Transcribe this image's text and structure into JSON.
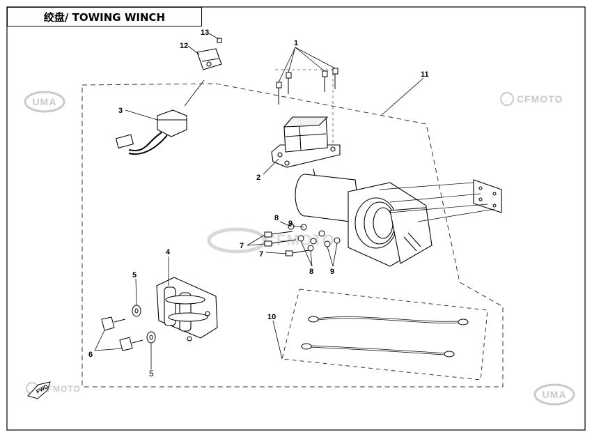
{
  "title": "绞盘/ TOWING WINCH",
  "watermarks": {
    "cfmoto_top": "CFMOTO",
    "cfmoto_center": "CFMOTO",
    "cfmoto_bottom": "CFMOTO",
    "uma_left": "UMA",
    "uma_right": "UMA"
  },
  "fwd_label": "FWD",
  "callouts": {
    "c1": "1",
    "c2": "2",
    "c3": "3",
    "c4": "4",
    "c5a": "5",
    "c5b": "5",
    "c6": "6",
    "c7a": "7",
    "c7b": "7",
    "c8a": "8",
    "c8b": "8",
    "c9a": "9",
    "c9b": "9",
    "c10": "10",
    "c11": "11",
    "c12": "12",
    "c13": "13"
  },
  "colors": {
    "line": "#000000",
    "watermark": "#c9c9c9"
  }
}
